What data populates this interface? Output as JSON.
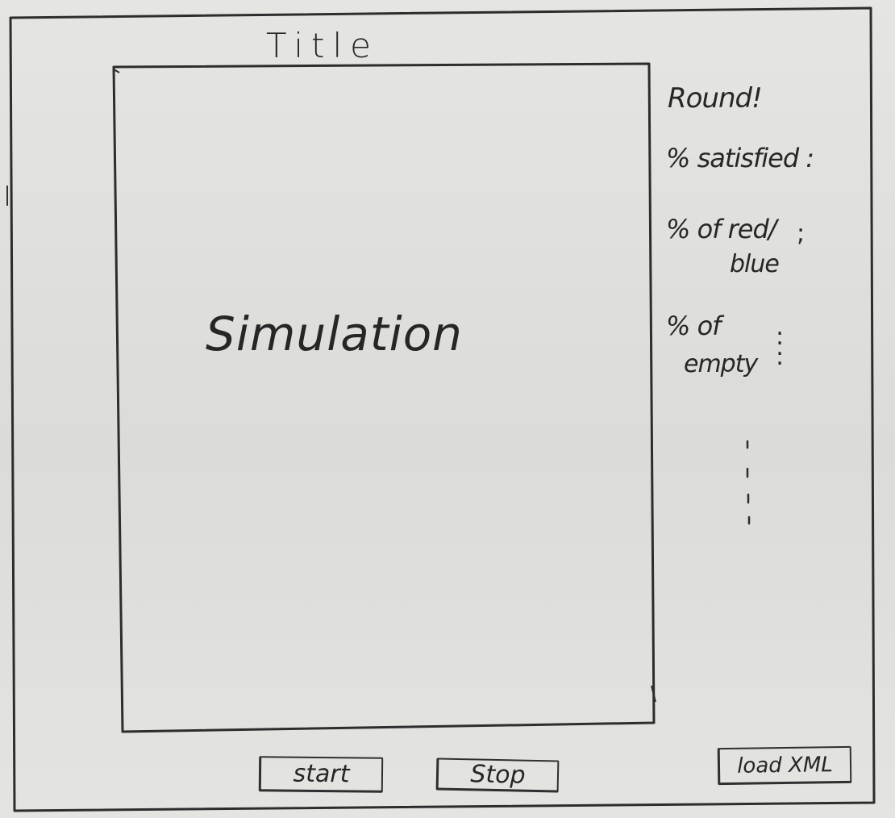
{
  "window": {
    "title": "Title"
  },
  "simulation": {
    "label": "Simulation"
  },
  "stats": {
    "round_label": "Round!",
    "satisfied_label": "% satisfied :",
    "red_blue_label_line1": "% of red/",
    "red_blue_label_line2": "blue",
    "empty_label_line1": "% of",
    "empty_label_line2": "empty"
  },
  "controls": {
    "start_label": "start",
    "stop_label": "Stop",
    "load_xml_label": "load XML"
  },
  "colors": {
    "paper": "#e2e2df",
    "ink": "#2a2a2a"
  }
}
